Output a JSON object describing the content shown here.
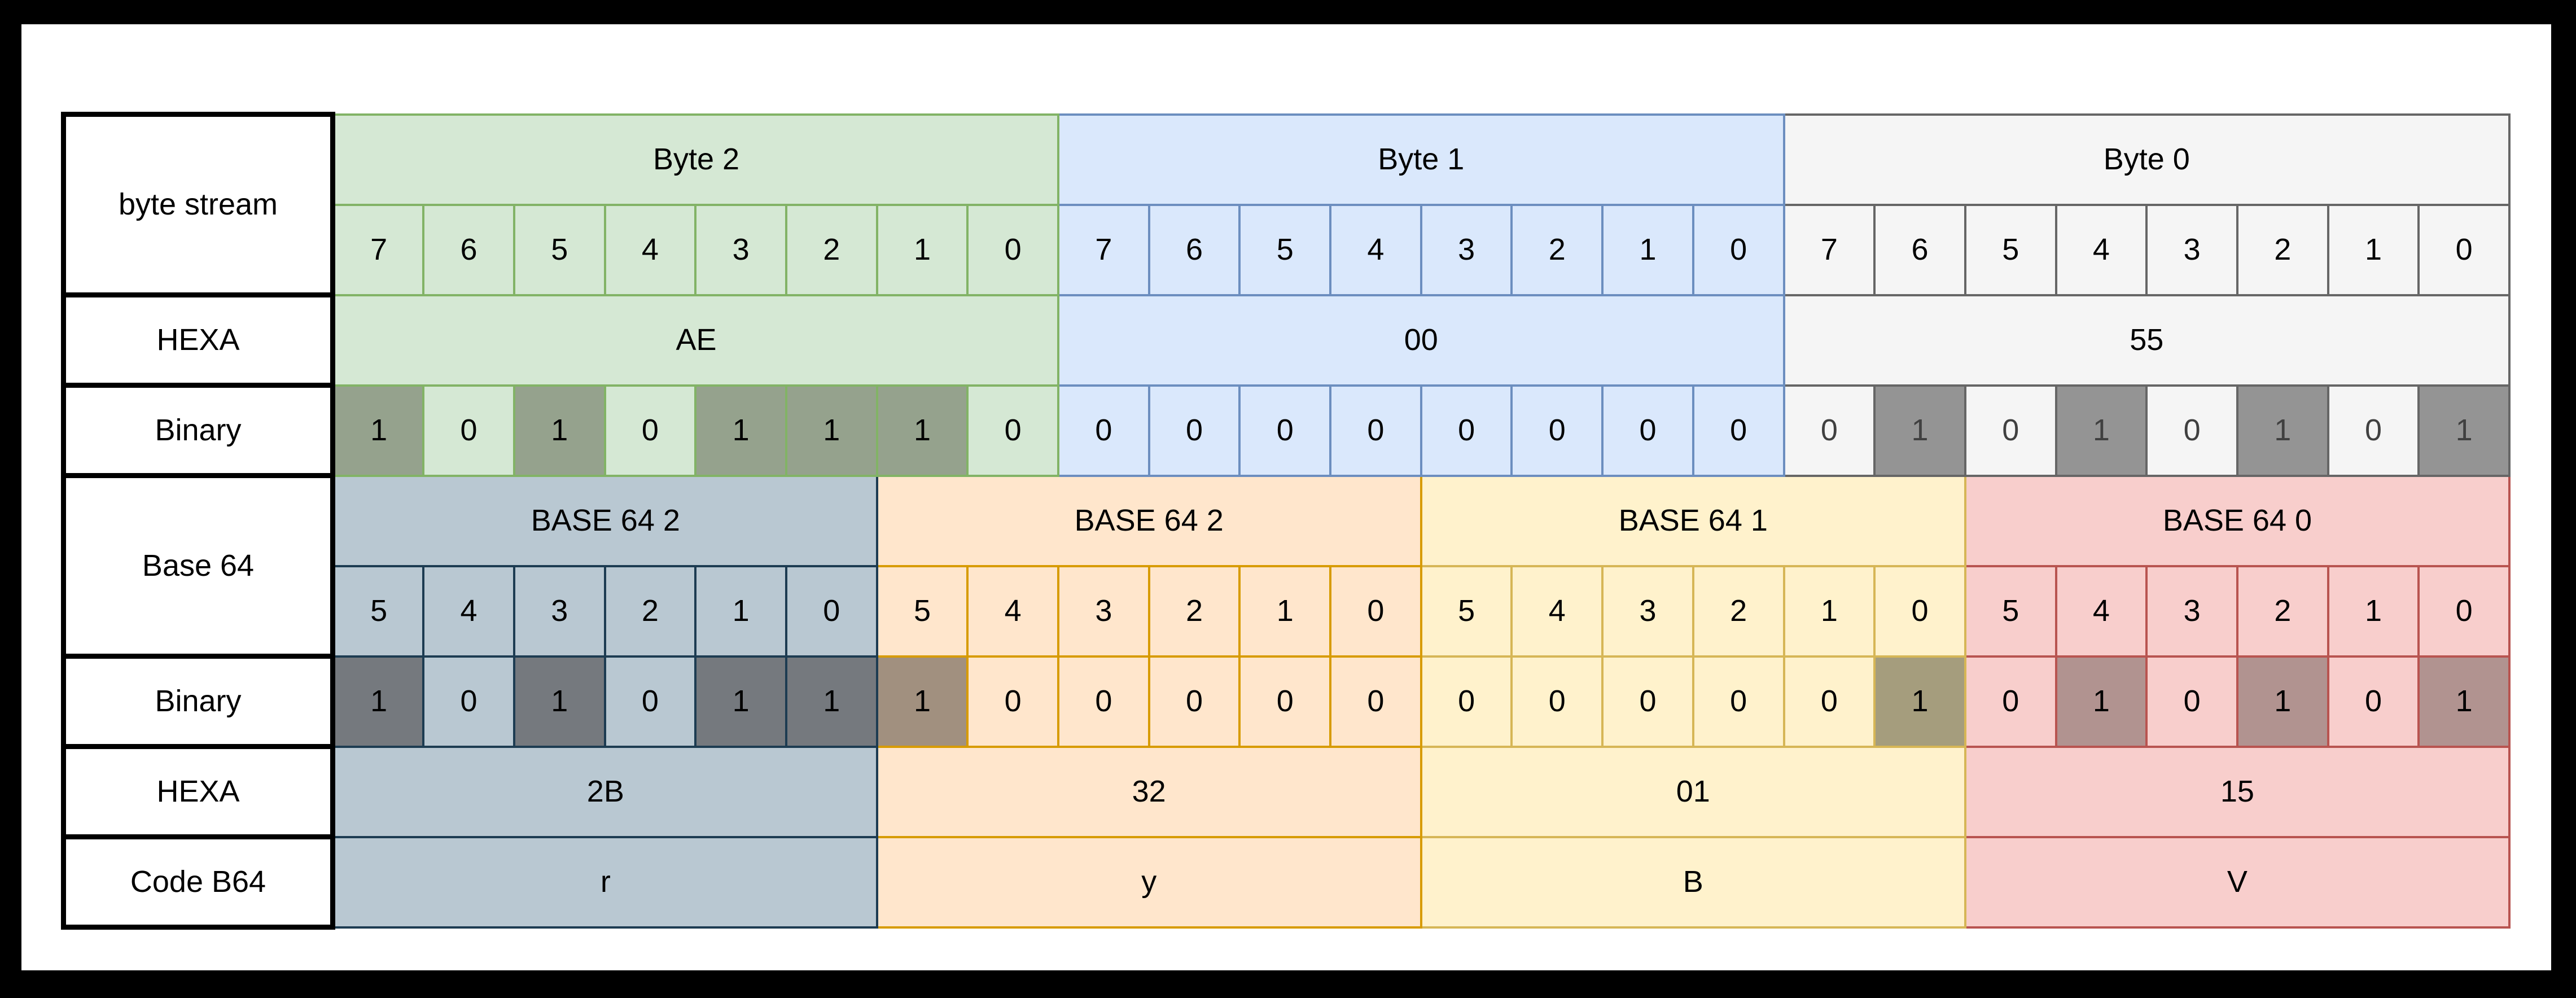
{
  "frame": {
    "border_color": "#000000",
    "canvas_background": "#ffffff"
  },
  "labels": {
    "byte_stream": "byte stream",
    "hexa_top": "HEXA",
    "binary_top": "Binary",
    "base64": "Base 64",
    "binary_bottom": "Binary",
    "hexa_bottom": "HEXA",
    "code_b64": "Code B64"
  },
  "bytes": [
    {
      "title": "Byte 2",
      "bit_labels": [
        "7",
        "6",
        "5",
        "4",
        "3",
        "2",
        "1",
        "0"
      ],
      "hex": "AE",
      "bits": [
        "1",
        "0",
        "1",
        "0",
        "1",
        "1",
        "1",
        "0"
      ],
      "colors": {
        "fill": "#d5e8d4",
        "stroke": "#82b366",
        "one_fill": "#95a28d"
      }
    },
    {
      "title": "Byte 1",
      "bit_labels": [
        "7",
        "6",
        "5",
        "4",
        "3",
        "2",
        "1",
        "0"
      ],
      "hex": "00",
      "bits": [
        "0",
        "0",
        "0",
        "0",
        "0",
        "0",
        "0",
        "0"
      ],
      "colors": {
        "fill": "#dae8fc",
        "stroke": "#6c8ebf"
      }
    },
    {
      "title": "Byte 0",
      "bit_labels": [
        "7",
        "6",
        "5",
        "4",
        "3",
        "2",
        "1",
        "0"
      ],
      "hex": "55",
      "bits": [
        "0",
        "1",
        "0",
        "1",
        "0",
        "1",
        "0",
        "1"
      ],
      "colors": {
        "fill": "#f5f5f5",
        "stroke": "#666666",
        "one_fill": "#949494",
        "digit_color": "#404040"
      }
    }
  ],
  "b64": [
    {
      "title": "BASE 64 2",
      "bit_labels": [
        "5",
        "4",
        "3",
        "2",
        "1",
        "0"
      ],
      "bits": [
        "1",
        "0",
        "1",
        "0",
        "1",
        "1"
      ],
      "hex": "2B",
      "code": "r",
      "colors": {
        "fill": "#b9c8d2",
        "stroke": "#1d3c52",
        "one_fill": "#75797e"
      }
    },
    {
      "title": "BASE 64 2",
      "bit_labels": [
        "5",
        "4",
        "3",
        "2",
        "1",
        "0"
      ],
      "bits": [
        "1",
        "0",
        "0",
        "0",
        "0",
        "0"
      ],
      "hex": "32",
      "code": "y",
      "colors": {
        "fill": "#ffe6cc",
        "stroke": "#d79b00",
        "one_fill": "#a1907f"
      }
    },
    {
      "title": "BASE 64 1",
      "bit_labels": [
        "5",
        "4",
        "3",
        "2",
        "1",
        "0"
      ],
      "bits": [
        "0",
        "0",
        "0",
        "0",
        "0",
        "1"
      ],
      "hex": "01",
      "code": "B",
      "colors": {
        "fill": "#fff2cc",
        "stroke": "#d6b656",
        "one_fill": "#a59d7d"
      }
    },
    {
      "title": "BASE 64 0",
      "bit_labels": [
        "5",
        "4",
        "3",
        "2",
        "1",
        "0"
      ],
      "bits": [
        "0",
        "1",
        "0",
        "1",
        "0",
        "1"
      ],
      "hex": "15",
      "code": "V",
      "colors": {
        "fill": "#f8cecc",
        "stroke": "#b85450",
        "one_fill": "#b19390"
      }
    }
  ]
}
